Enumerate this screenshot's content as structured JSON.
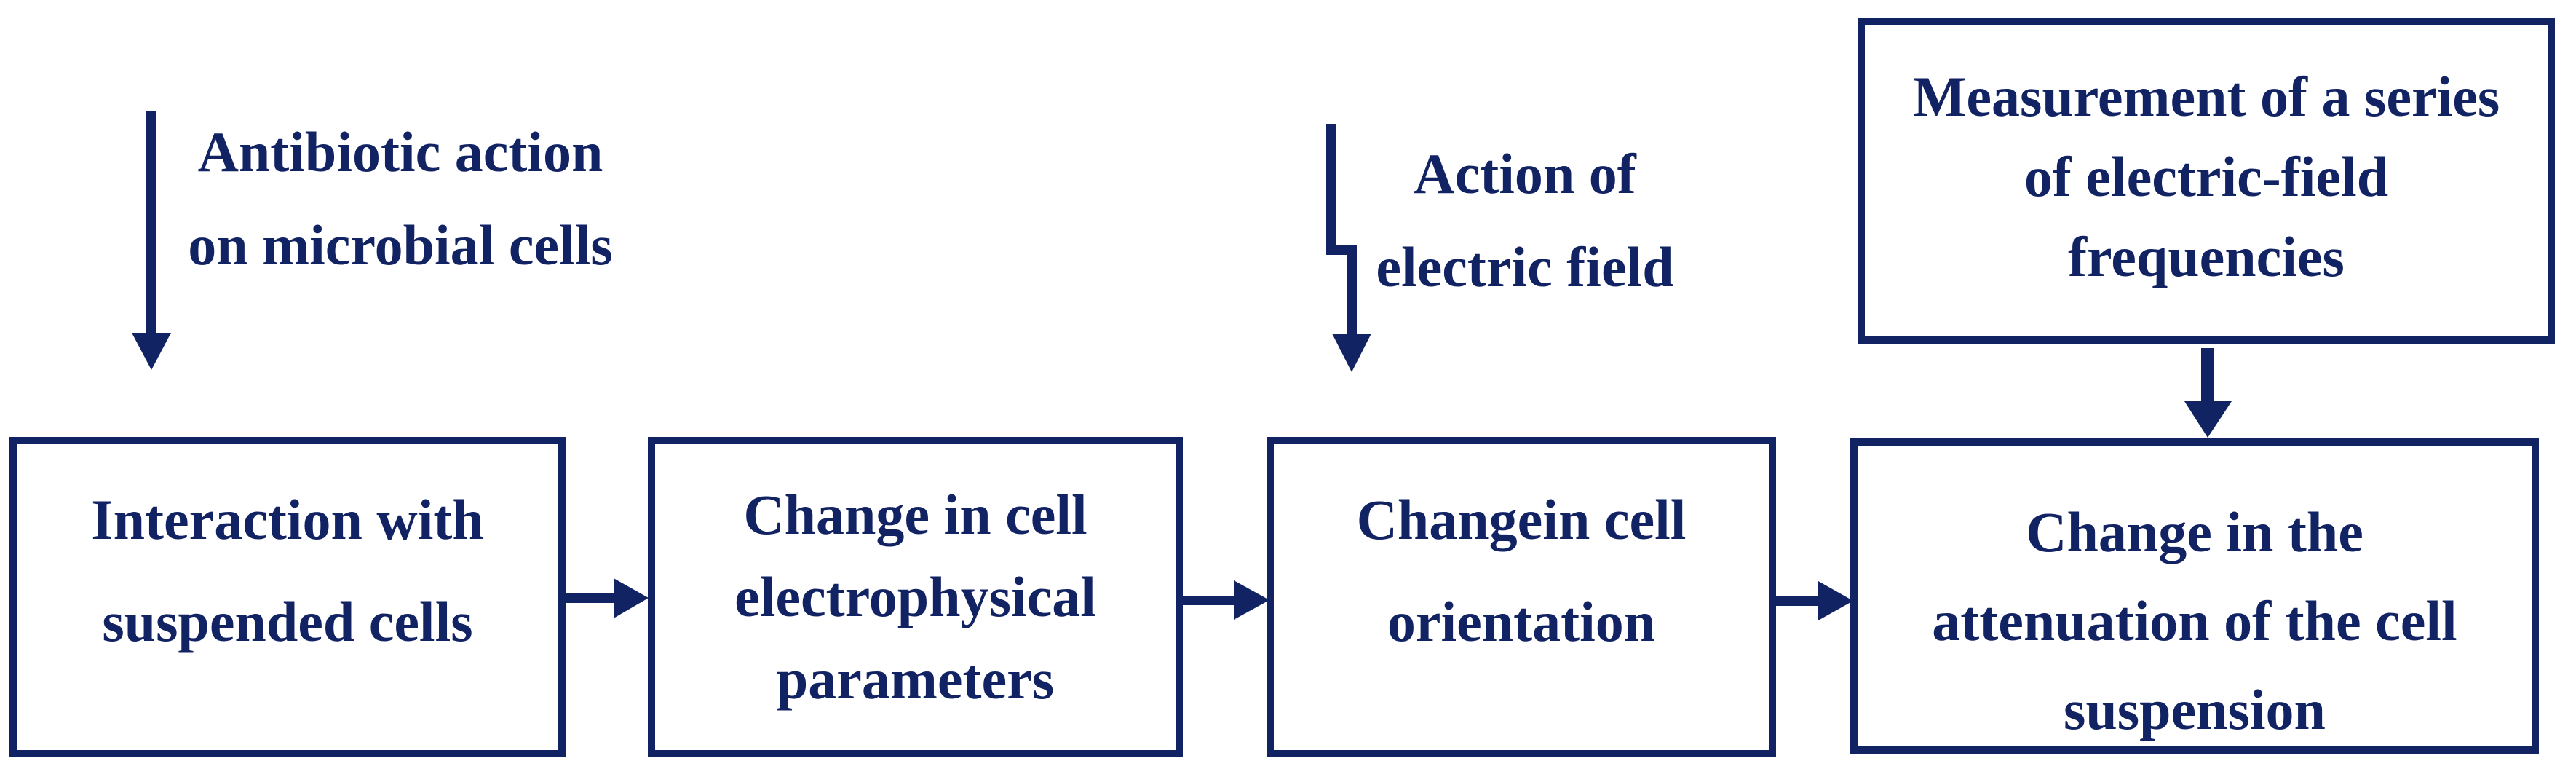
{
  "colors": {
    "ink": "#122364",
    "background": "#ffffff"
  },
  "annotation_antibiotic": {
    "line1": "Antibiotic action",
    "line2": "on microbial cells"
  },
  "annotation_electric": {
    "line1": "Action of",
    "line2": "electric field"
  },
  "box_measurement": {
    "line1": "Measurement of a series",
    "line2": "of electric-field",
    "line3": "frequencies"
  },
  "box_interaction": {
    "line1": "Interaction with",
    "line2": "suspended cells"
  },
  "box_electrophysical": {
    "line1": "Change in cell",
    "line2": "electrophysical",
    "line3": "parameters"
  },
  "box_orientation": {
    "line1": "Changein cell",
    "line2": "orientation"
  },
  "box_attenuation": {
    "line1": "Change in the",
    "line2": "attenuation of the cell",
    "line3": "suspension"
  },
  "arrows": [
    {
      "name": "antibiotic-down-arrow",
      "direction": "down",
      "from": "annotation_antibiotic",
      "to": "box_interaction"
    },
    {
      "name": "electric-field-step-arrow",
      "direction": "down",
      "from": "annotation_electric",
      "to": "box_orientation"
    },
    {
      "name": "measurement-down-arrow",
      "direction": "down",
      "from": "box_measurement",
      "to": "box_attenuation"
    },
    {
      "name": "interaction-to-electrophysical-arrow",
      "direction": "right",
      "from": "box_interaction",
      "to": "box_electrophysical"
    },
    {
      "name": "electrophysical-to-orientation-arrow",
      "direction": "right",
      "from": "box_electrophysical",
      "to": "box_orientation"
    },
    {
      "name": "orientation-to-attenuation-arrow",
      "direction": "right",
      "from": "box_orientation",
      "to": "box_attenuation"
    }
  ]
}
